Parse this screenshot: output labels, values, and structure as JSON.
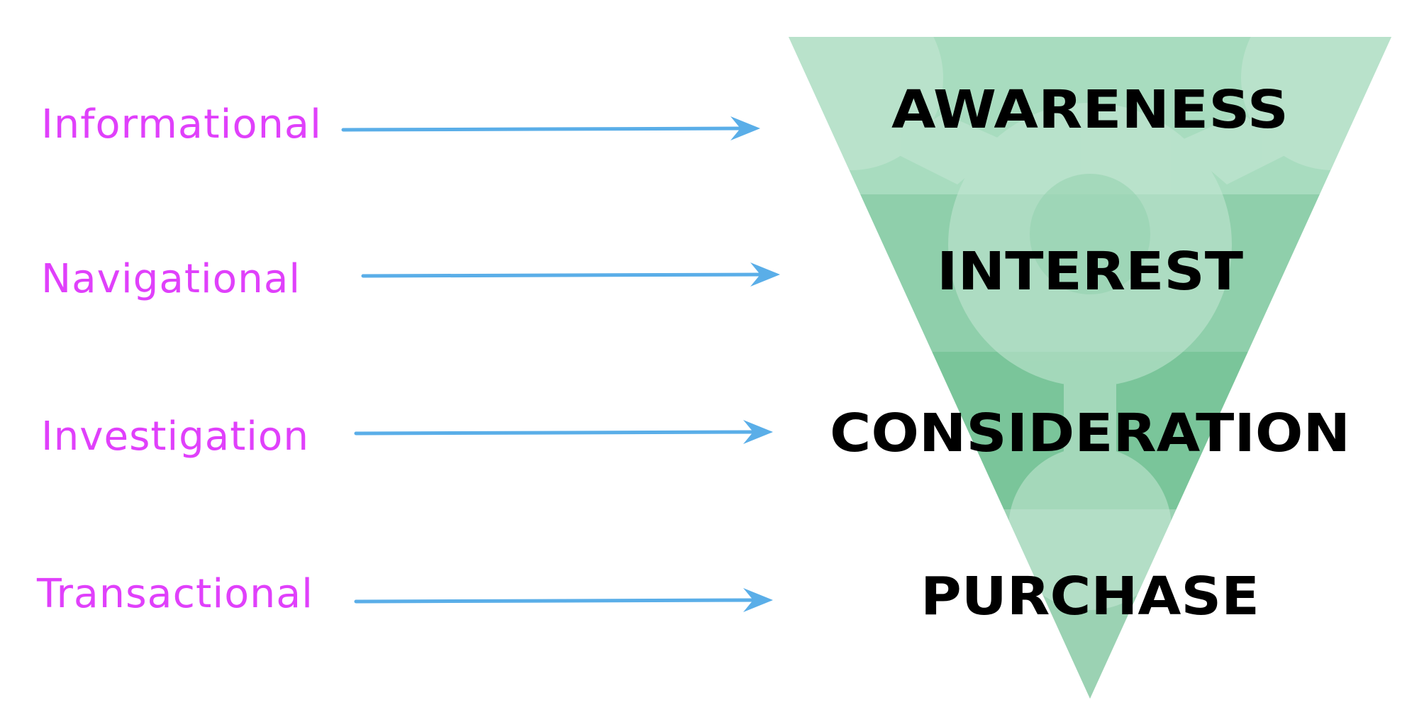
{
  "colors": {
    "intent_text": "#e040fb",
    "arrow": "#5aaee8",
    "stage_text": "#000000",
    "funnel_bands": [
      "#a8dcbf",
      "#8fcfab",
      "#7ac59a",
      "#9bd2b3"
    ],
    "funnel_overlay": "#c6e8d5"
  },
  "mapping": [
    {
      "intent": "Informational",
      "stage": "AWARENESS"
    },
    {
      "intent": "Navigational",
      "stage": "INTEREST"
    },
    {
      "intent": "Investigation",
      "stage": "CONSIDERATION"
    },
    {
      "intent": "Transactional",
      "stage": "PURCHASE"
    }
  ]
}
